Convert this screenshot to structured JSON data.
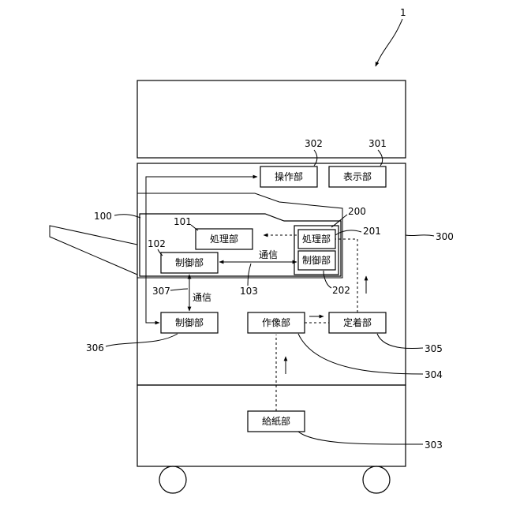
{
  "figure_number": "1",
  "labels": {
    "operation": "操作部",
    "display": "表示部",
    "processing_101": "処理部",
    "control_102": "制御部",
    "processing_201": "処理部",
    "control_202": "制御部",
    "communication_103": "通信",
    "communication_307": "通信",
    "control_306": "制御部",
    "imaging": "作像部",
    "fixing": "定着部",
    "paper_feed": "給紙部"
  },
  "refs": {
    "r100": "100",
    "r101": "101",
    "r102": "102",
    "r103": "103",
    "r200": "200",
    "r201": "201",
    "r202": "202",
    "r300": "300",
    "r301": "301",
    "r302": "302",
    "r303": "303",
    "r304": "304",
    "r305": "305",
    "r306": "306",
    "r307": "307"
  }
}
